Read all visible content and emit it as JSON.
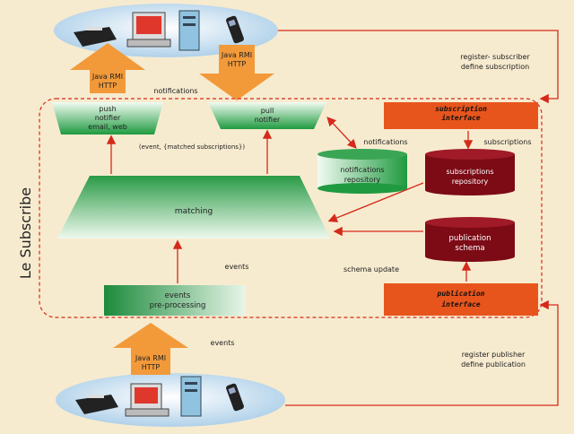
{
  "system_title": "Le Subscribe",
  "transport_top_left": [
    "Java RMI",
    "HTTP"
  ],
  "transport_top_right": [
    "Java RMI",
    "HTTP"
  ],
  "transport_bottom": [
    "Java RMI",
    "HTTP"
  ],
  "push_notifier": [
    "push",
    "notifier",
    "email, web"
  ],
  "pull_notifier": [
    "pull",
    "notifier"
  ],
  "matching_label": "matching",
  "events_preprocessing": [
    "events",
    "pre-processing"
  ],
  "notifications_repository": [
    "notifications",
    "repository"
  ],
  "subscriptions_repository": [
    "subscriptions",
    "repository"
  ],
  "publication_schema": [
    "publication",
    "schema"
  ],
  "subscription_interface": [
    "subscription",
    "interface"
  ],
  "publication_interface": [
    "publication",
    "interface"
  ],
  "labels": {
    "notifications_top": "notifications",
    "notifications_mid": "notifications",
    "subscriptions": "subscriptions",
    "event_matched": "(event, {matched subscriptions})",
    "events_mid": "events",
    "events_bottom": "events",
    "schema_update": "schema update",
    "register_subscriber": [
      "register- subscriber",
      "define subscription"
    ],
    "register_publisher": [
      "register publisher",
      "define publication"
    ]
  },
  "colors": {
    "background": "#f7ebcf",
    "arrow_red": "#d42a1a",
    "orange": "#e8551c",
    "green": "#1f9a40",
    "maroon": "#7c0b16",
    "transport_orange": "#f29a3a"
  },
  "icons": [
    "fax-icon",
    "computer-icon",
    "server-tower-icon",
    "mobile-phone-icon"
  ]
}
